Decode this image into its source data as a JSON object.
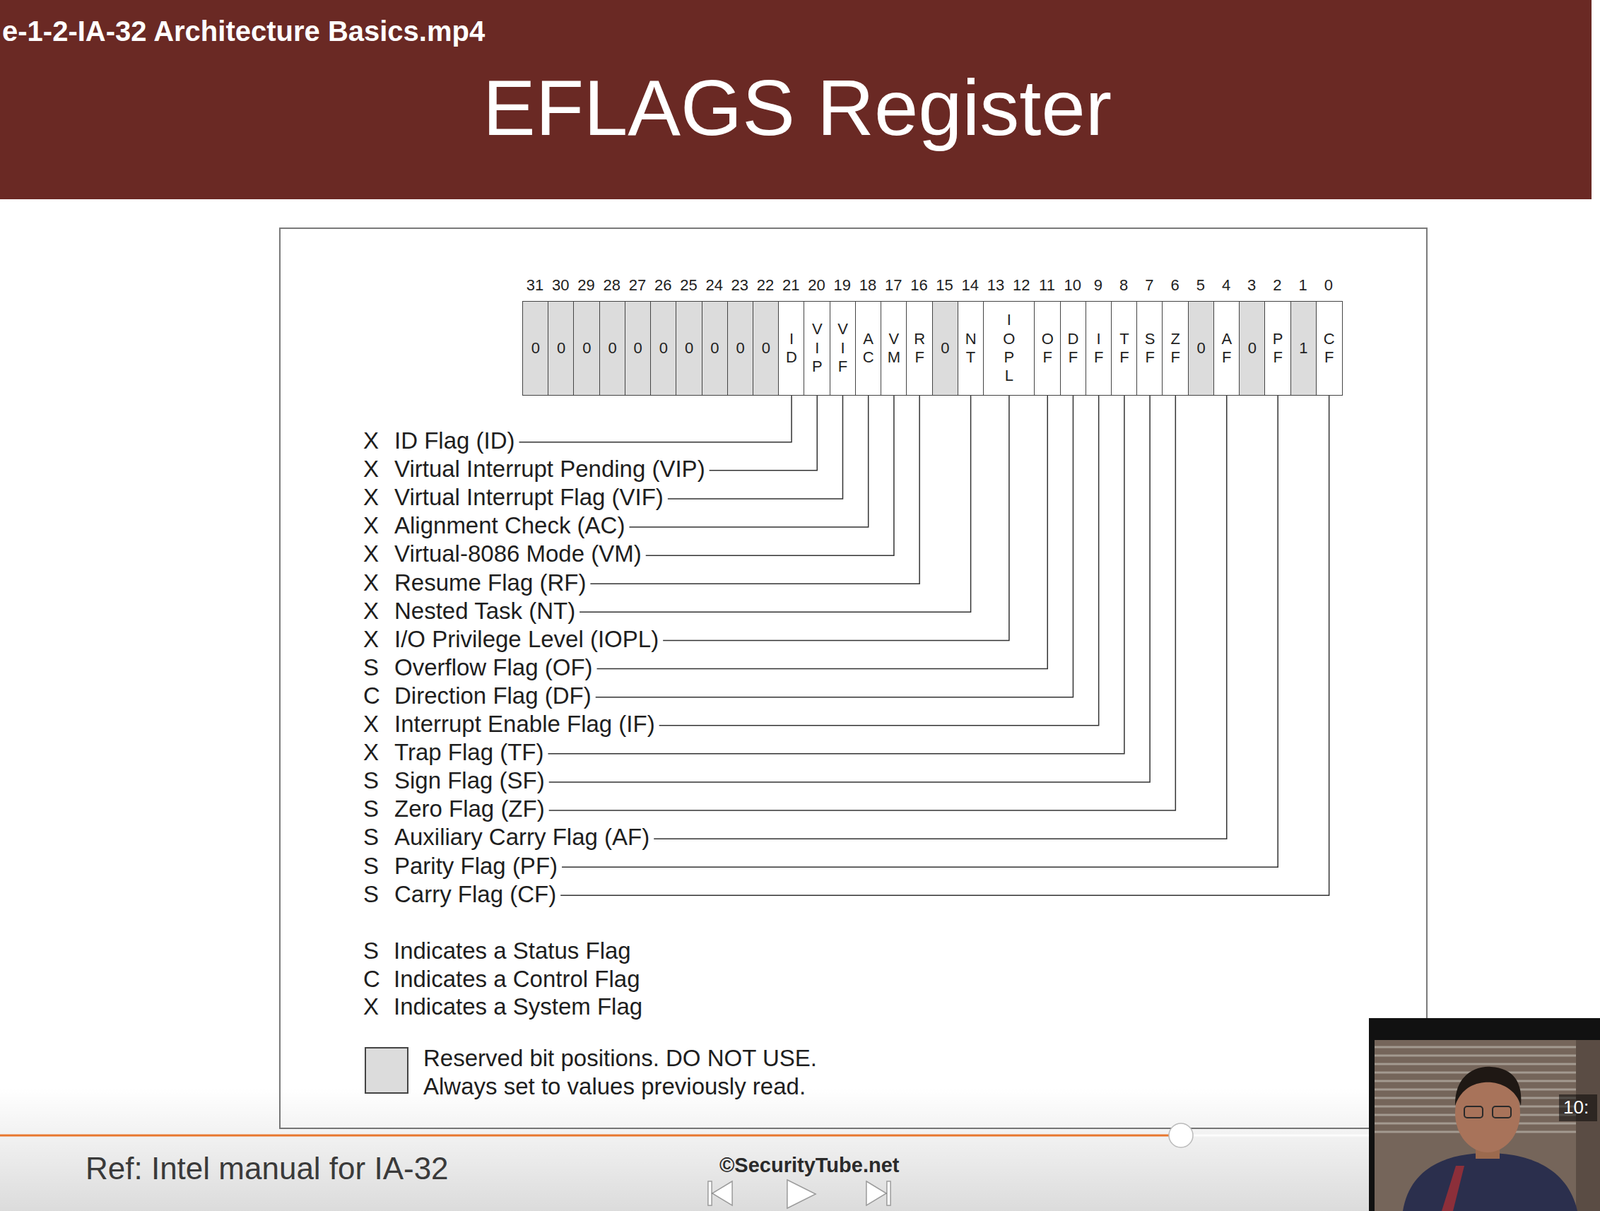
{
  "diagram": {
    "title": "EFLAGS Register",
    "nodes": [
      {
        "text": [
          "0"
        ]
      },
      {
        "text": [
          "0"
        ]
      },
      {
        "text": [
          "0"
        ]
      },
      {
        "text": [
          "0"
        ]
      },
      {
        "text": [
          "0"
        ]
      },
      {
        "text": [
          "0"
        ]
      },
      {
        "text": [
          "0"
        ]
      },
      {
        "text": [
          "0"
        ]
      },
      {
        "text": [
          "0"
        ]
      },
      {
        "text": [
          "0"
        ]
      },
      {
        "text": [
          "ID"
        ]
      },
      {
        "text": [
          "VIP"
        ]
      },
      {
        "text": [
          "VIF"
        ]
      },
      {
        "text": [
          "AC"
        ]
      },
      {
        "text": [
          "VM"
        ]
      },
      {
        "text": [
          "RF"
        ]
      },
      {
        "text": [
          "0"
        ]
      },
      {
        "text": [
          "NT"
        ]
      },
      {
        "text": [
          "IOPL"
        ]
      },
      {
        "text": [
          "OF"
        ]
      },
      {
        "text": [
          "DF"
        ]
      },
      {
        "text": [
          "IF"
        ]
      },
      {
        "text": [
          "TF"
        ]
      },
      {
        "text": [
          "SF"
        ]
      },
      {
        "text": [
          "ZF"
        ]
      },
      {
        "text": [
          "0"
        ]
      },
      {
        "text": [
          "AF"
        ]
      },
      {
        "text": [
          "0"
        ]
      },
      {
        "text": [
          "PF"
        ]
      },
      {
        "text": [
          "1"
        ]
      },
      {
        "text": [
          "CF"
        ]
      }
    ],
    "labels": [
      "e-1-2-IA-32 Architecture Basics.mp4",
      "31",
      "30",
      "29",
      "28",
      "27",
      "26",
      "25",
      "24",
      "23",
      "22",
      "21",
      "20",
      "19",
      "18",
      "17",
      "16",
      "15",
      "14",
      "13",
      "12",
      "11",
      "10",
      "9",
      "8",
      "7",
      "6",
      "5",
      "4",
      "3",
      "2",
      "1",
      "0",
      "X",
      "ID Flag (ID)",
      "X",
      "Virtual Interrupt Pending (VIP)",
      "X",
      "Virtual Interrupt Flag (VIF)",
      "X",
      "Alignment Check (AC)",
      "X",
      "Virtual-8086 Mode (VM)",
      "X",
      "Resume Flag (RF)",
      "X",
      "Nested Task (NT)",
      "X",
      "I/O Privilege Level (IOPL)",
      "S",
      "Overflow Flag (OF)",
      "C",
      "Direction Flag (DF)",
      "X",
      "Interrupt Enable Flag (IF)",
      "X",
      "Trap Flag (TF)",
      "S",
      "Sign Flag (SF)",
      "S",
      "Zero Flag (ZF)",
      "S",
      "Auxiliary Carry Flag (AF)",
      "S",
      "Parity Flag (PF)",
      "S",
      "Carry Flag (CF)",
      "S",
      "C",
      "X",
      "Ref: Intel manual for IA-32",
      "©SecurityTube.net",
      "10:"
    ],
    "legend": [
      {
        "text": "Indicates a Status Flag"
      },
      {
        "text": "Indicates a Control Flag"
      },
      {
        "text": "Indicates a System Flag"
      },
      {
        "text": "Reserved bit positions. DO NOT USE. Always set to values previously read.",
        "color": "#dcdcdc"
      }
    ]
  }
}
